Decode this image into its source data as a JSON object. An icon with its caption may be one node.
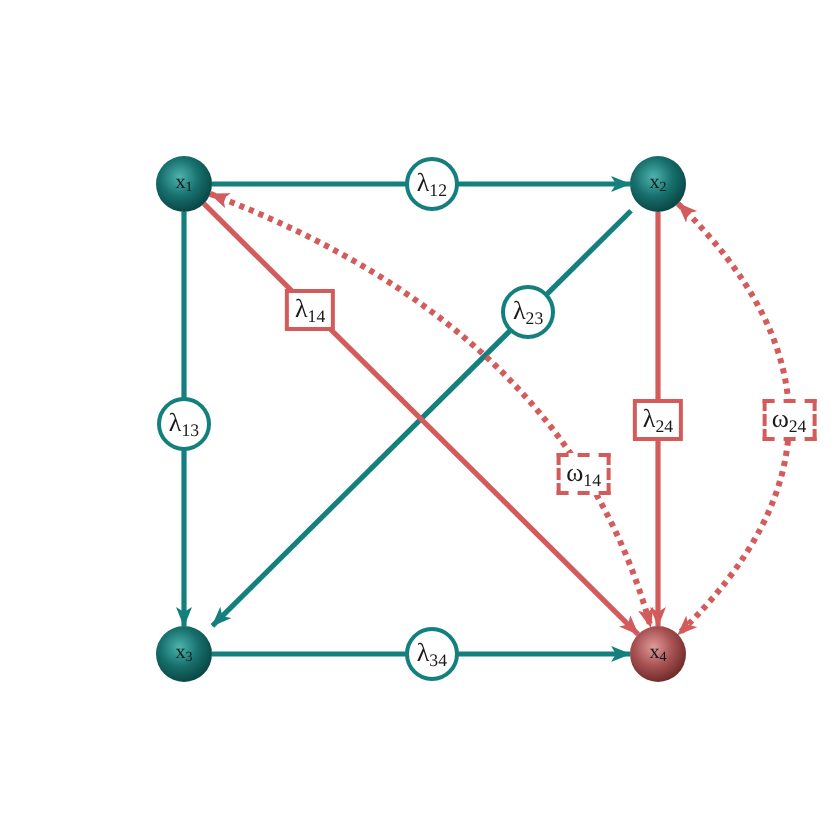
{
  "diagram": {
    "nodes": [
      {
        "text": [
          "x$_{1}$"
        ]
      },
      {
        "text": [
          "x$_{2}$"
        ]
      },
      {
        "text": [
          "x$_{3}$"
        ]
      },
      {
        "text": [
          "x$_{4}$"
        ]
      }
    ],
    "edges": [
      {
        "from": 0,
        "to": 1,
        "arrow": "to",
        "label": "λ$_{12}$"
      },
      {
        "from": 0,
        "to": 2,
        "arrow": "to",
        "label": "λ$_{13}$"
      },
      {
        "from": 1,
        "to": 2,
        "arrow": "to",
        "label": "λ$_{23}$"
      },
      {
        "from": 2,
        "to": 3,
        "arrow": "to",
        "label": "λ$_{34}$"
      },
      {
        "from": 0,
        "to": 3,
        "arrow": "to",
        "label": "λ$_{14}$",
        "color": "#d45b5b"
      },
      {
        "from": 1,
        "to": 3,
        "arrow": "to",
        "label": "λ$_{24}$",
        "color": "#d45b5b"
      },
      {
        "from": 0,
        "to": 3,
        "arrow": "both",
        "label": "ω$_{14}$",
        "style": "dashed",
        "color": "#d45b5b"
      },
      {
        "from": 1,
        "to": 3,
        "arrow": "both",
        "label": "ω$_{24}$",
        "style": "dashed",
        "color": "#d45b5b"
      }
    ]
  }
}
